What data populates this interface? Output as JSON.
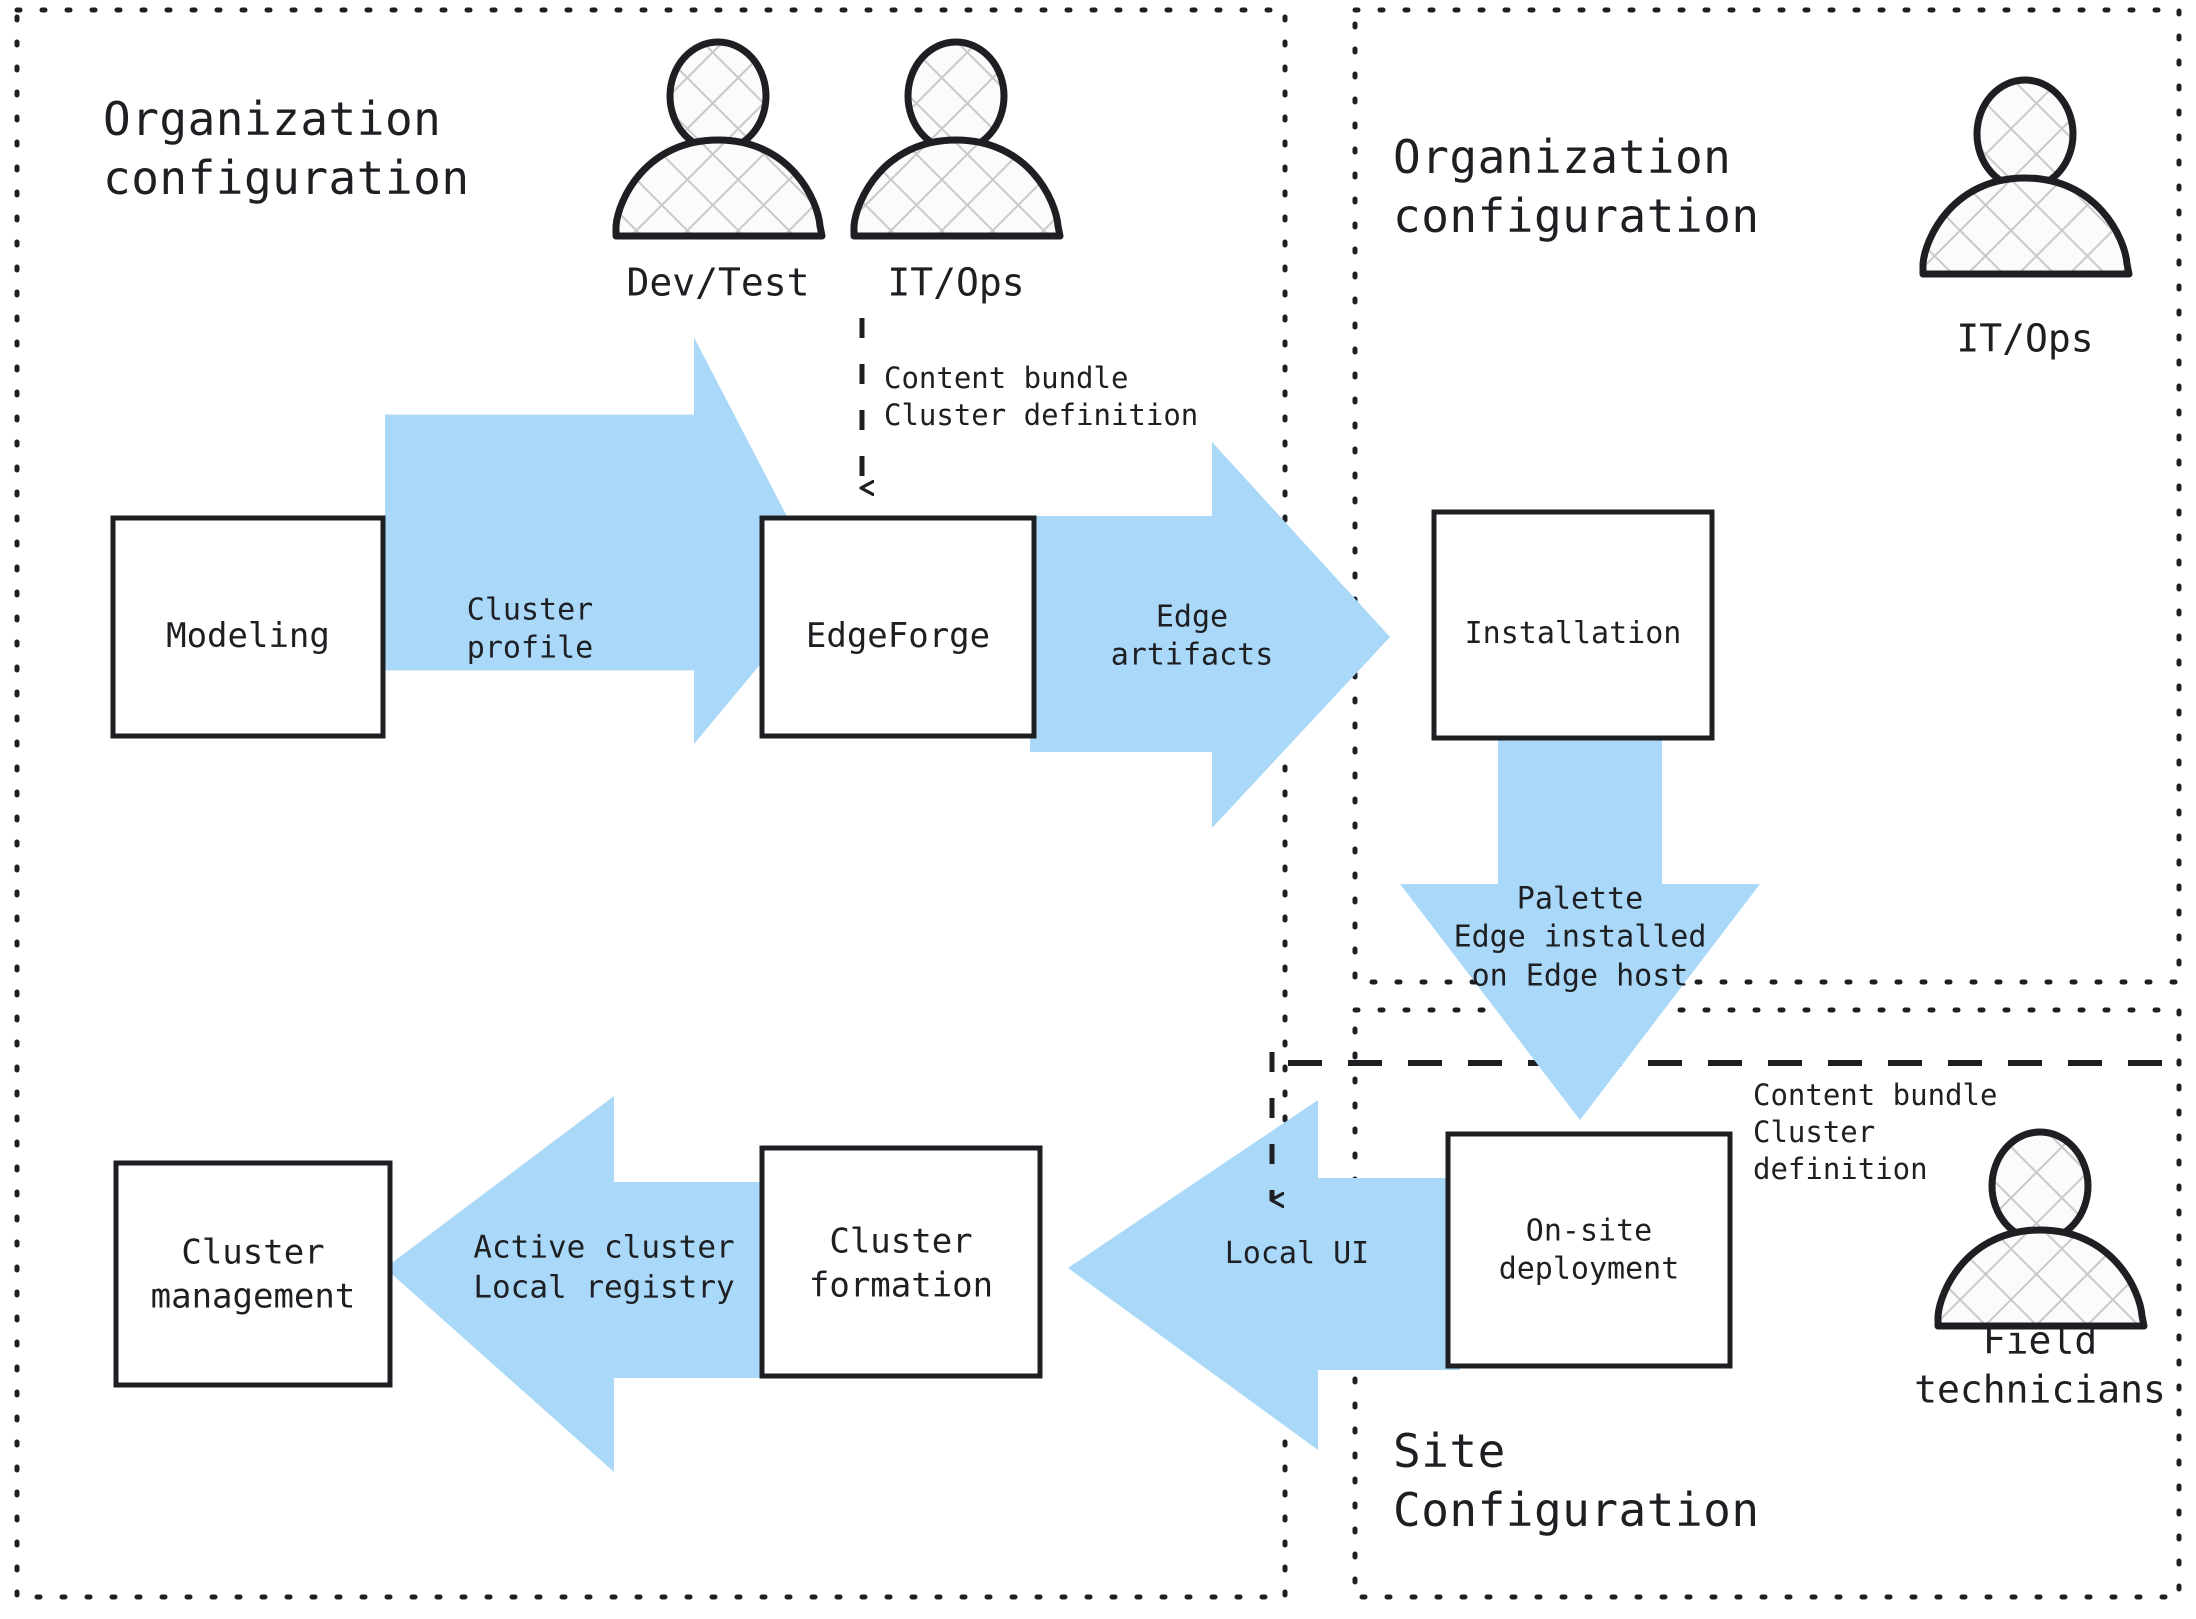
{
  "colors": {
    "arrow_blue": "#a9d8f8",
    "stroke_black": "#1d1f23",
    "box_fill": "#ffffff",
    "page_bg": "#ffffff",
    "hatch_grey": "#c9c9c9"
  },
  "zones": [
    {
      "id": "org-left",
      "title": "Organization\nconfiguration",
      "border": "dotted"
    },
    {
      "id": "org-right",
      "title": "Organization\nconfiguration",
      "border": "dotted"
    },
    {
      "id": "site",
      "title": "Site\nConfiguration",
      "border": "dotted"
    }
  ],
  "personas": [
    {
      "id": "dev-test",
      "label": "Dev/Test",
      "icon": "person-icon"
    },
    {
      "id": "it-ops-left",
      "label": "IT/Ops",
      "icon": "person-icon"
    },
    {
      "id": "it-ops-right",
      "label": "IT/Ops",
      "icon": "person-icon"
    },
    {
      "id": "field-technicians",
      "label": "Field\ntechnicians",
      "icon": "person-icon"
    }
  ],
  "boxes": [
    {
      "id": "modeling",
      "label": "Modeling"
    },
    {
      "id": "edgeforge",
      "label": "EdgeForge"
    },
    {
      "id": "installation",
      "label": "Installation"
    },
    {
      "id": "on-site-deployment",
      "label": "On-site\ndeployment"
    },
    {
      "id": "cluster-formation",
      "label": "Cluster\nformation"
    },
    {
      "id": "cluster-management",
      "label": "Cluster\nmanagement"
    }
  ],
  "flow_arrows": [
    {
      "id": "cluster-profile",
      "label": "Cluster\nprofile",
      "direction": "right",
      "from": "modeling",
      "to": "edgeforge"
    },
    {
      "id": "edge-artifacts",
      "label": "Edge\nartifacts",
      "direction": "right",
      "from": "edgeforge",
      "to": "installation"
    },
    {
      "id": "palette-edge",
      "label": "Palette\nEdge installed\non Edge host",
      "direction": "down",
      "from": "installation",
      "to": "on-site-deployment"
    },
    {
      "id": "local-ui",
      "label": "Local UI",
      "direction": "left",
      "from": "on-site-deployment",
      "to": "cluster-formation"
    },
    {
      "id": "active-cluster",
      "label": "Active cluster\nLocal registry",
      "direction": "left",
      "from": "cluster-formation",
      "to": "cluster-management"
    }
  ],
  "annotations": [
    {
      "id": "ann-content-bundle-top",
      "label": "Content bundle\nCluster definition",
      "connector": "dashed-arrow-down"
    },
    {
      "id": "ann-content-bundle-site",
      "label": "Content bundle\nCluster\ndefinition",
      "connector": "none"
    }
  ],
  "separators": [
    {
      "id": "site-boundary-dashed",
      "style": "dashed"
    }
  ]
}
